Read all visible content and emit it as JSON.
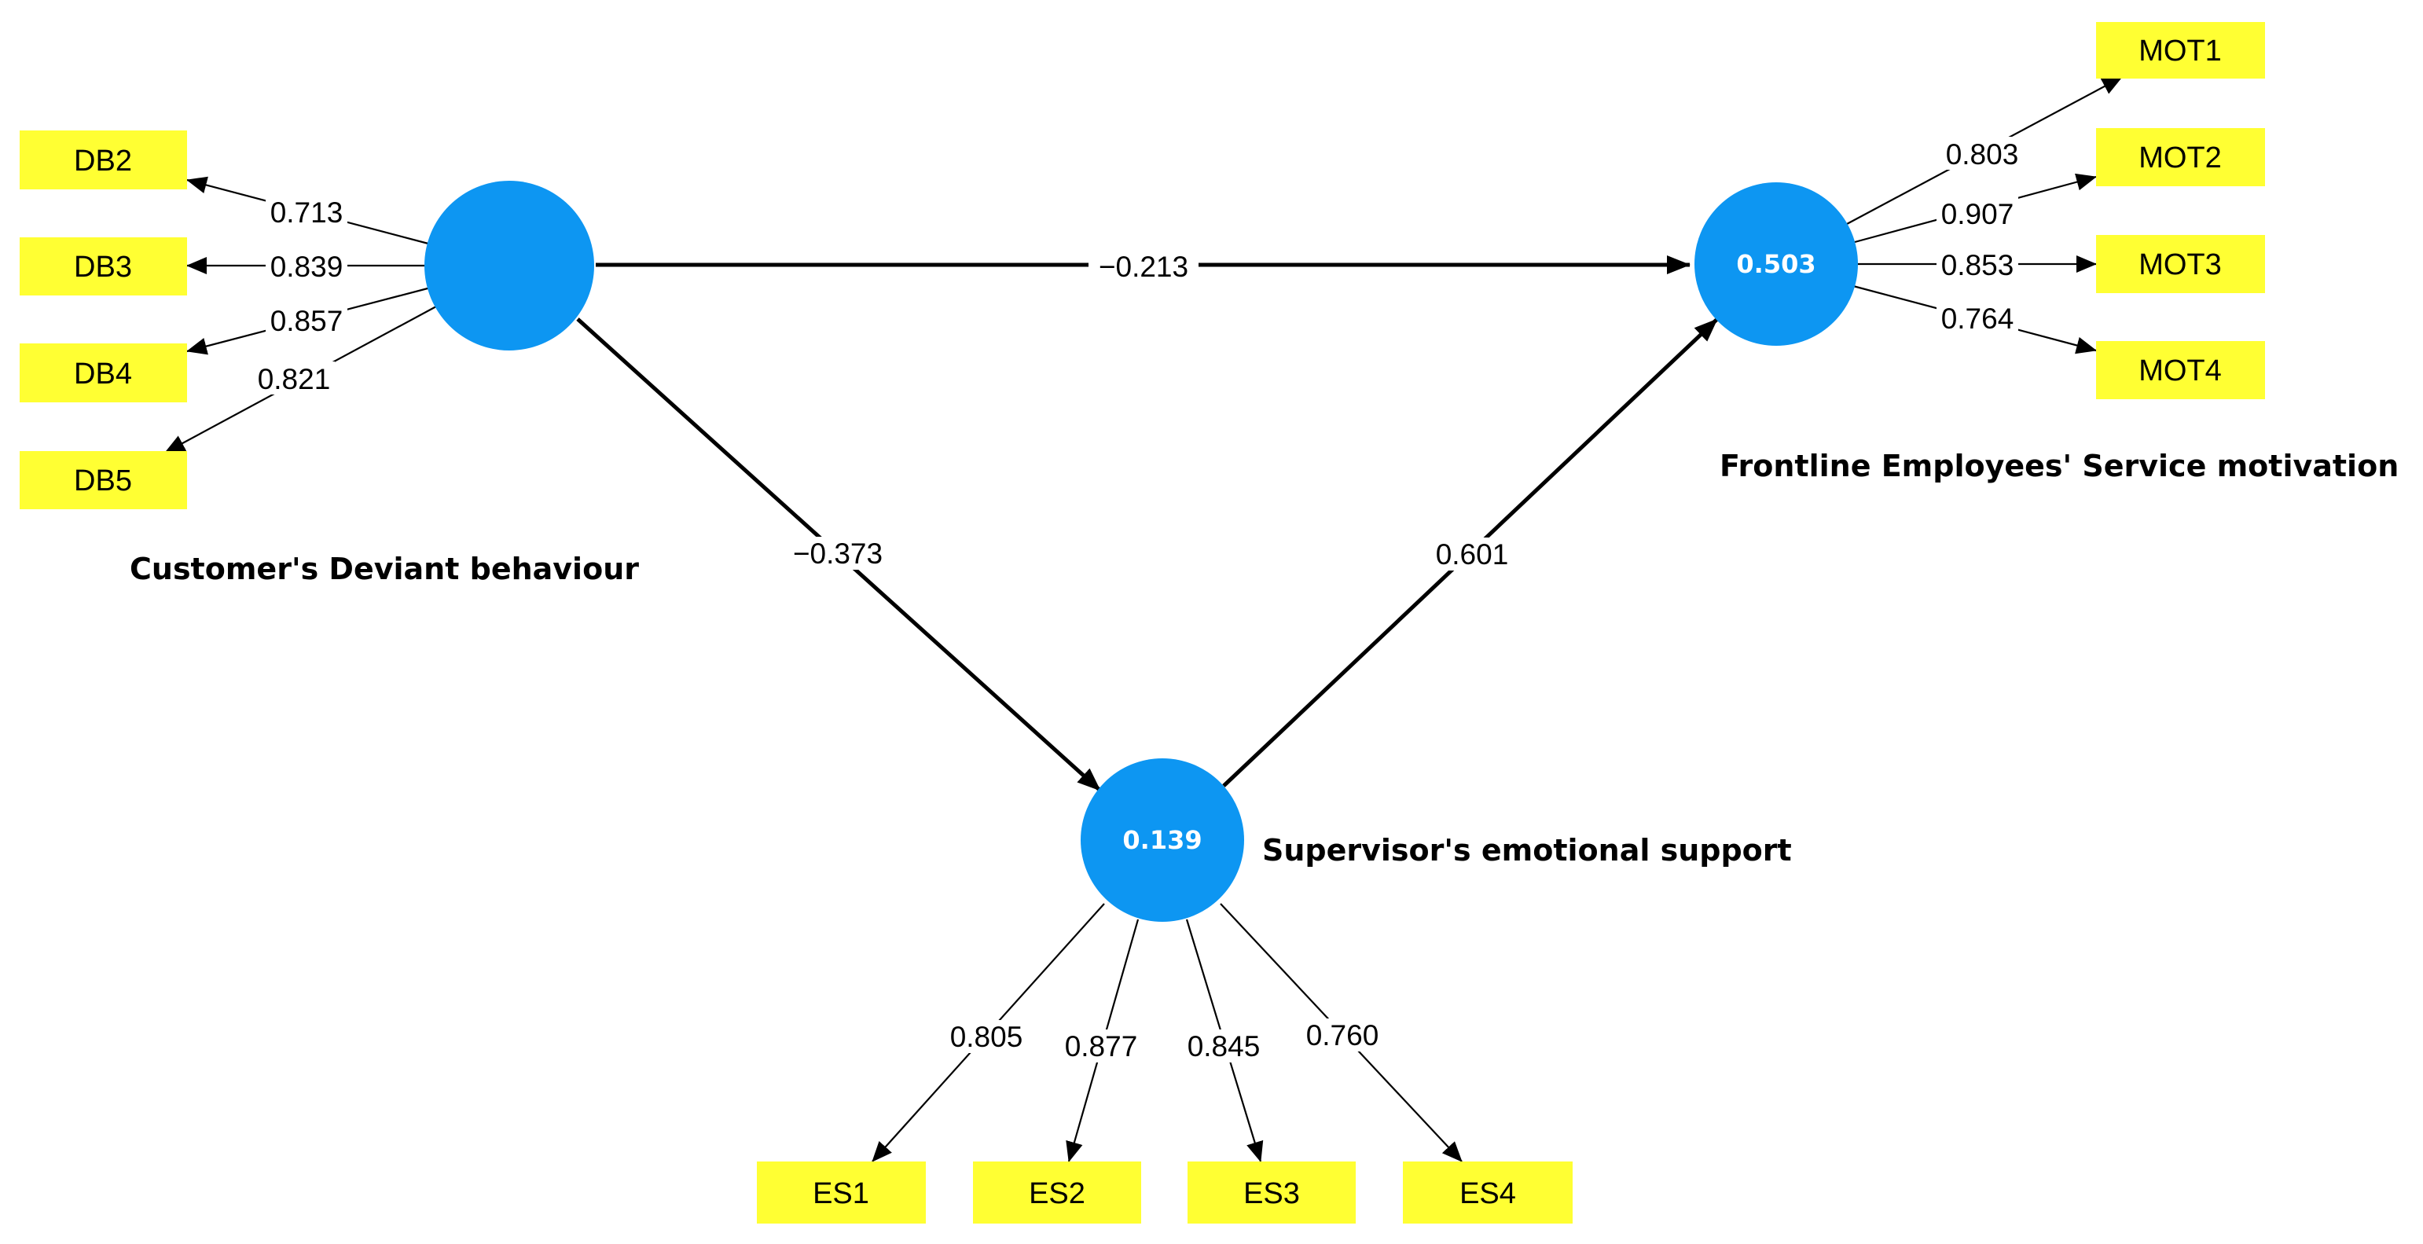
{
  "constructs": {
    "cdb": {
      "label": "Customer's Deviant behaviour",
      "r2": ""
    },
    "fes": {
      "label": "Frontline Employees' Service motivation",
      "r2": "0.503"
    },
    "ses": {
      "label": "Supervisor's emotional support",
      "r2": "0.139"
    }
  },
  "indicators": {
    "db2": {
      "label": "DB2",
      "loading": "0.713"
    },
    "db3": {
      "label": "DB3",
      "loading": "0.839"
    },
    "db4": {
      "label": "DB4",
      "loading": "0.857"
    },
    "db5": {
      "label": "DB5",
      "loading": "0.821"
    },
    "mot1": {
      "label": "MOT1",
      "loading": "0.803"
    },
    "mot2": {
      "label": "MOT2",
      "loading": "0.907"
    },
    "mot3": {
      "label": "MOT3",
      "loading": "0.853"
    },
    "mot4": {
      "label": "MOT4",
      "loading": "0.764"
    },
    "es1": {
      "label": "ES1",
      "loading": "0.805"
    },
    "es2": {
      "label": "ES2",
      "loading": "0.877"
    },
    "es3": {
      "label": "ES3",
      "loading": "0.845"
    },
    "es4": {
      "label": "ES4",
      "loading": "0.760"
    }
  },
  "paths": {
    "cdb_fes": "−0.213",
    "cdb_ses": "−0.373",
    "ses_fes": "0.601"
  },
  "colors": {
    "construct": "#0d96f2",
    "indicator": "#ffff33"
  }
}
